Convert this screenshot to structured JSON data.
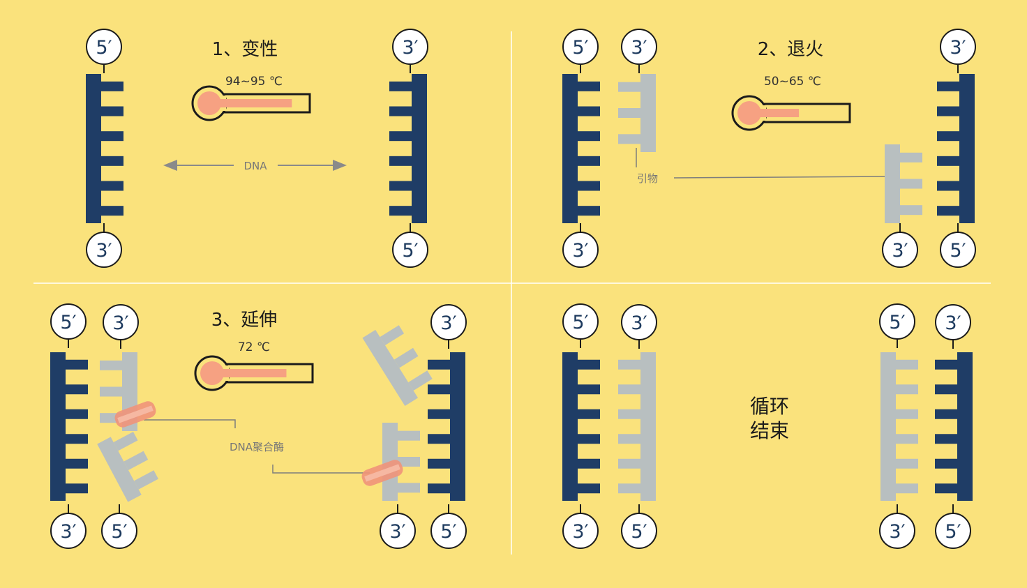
{
  "colors": {
    "background": "#fae27c",
    "template_strand": "#1f3d66",
    "new_strand": "#b8bfc0",
    "thermometer_fill": "#f6a182",
    "polymerase": "#f3a58c",
    "divider": "#ffffff"
  },
  "terminal_labels": {
    "five": "5′",
    "three": "3′"
  },
  "panels": {
    "denature": {
      "title": "1、变性",
      "temperature": "94~95 ℃",
      "thermo_level": 0.85,
      "arrow_label": "DNA"
    },
    "anneal": {
      "title": "2、退火",
      "temperature": "50~65 ℃",
      "thermo_level": 0.45,
      "primer_label": "引物"
    },
    "extend": {
      "title": "3、延伸",
      "temperature": "72 ℃",
      "thermo_level": 0.75,
      "enzyme_label": "DNA聚合酶"
    },
    "end": {
      "line1": "循环",
      "line2": "结束"
    }
  }
}
